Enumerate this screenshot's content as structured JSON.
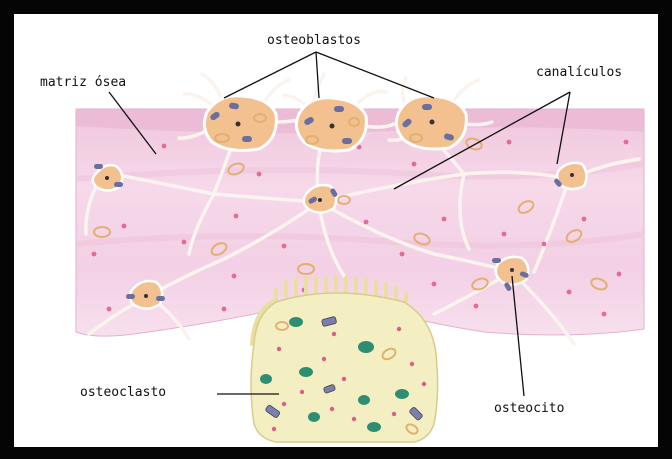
{
  "labels": {
    "osteoblastos": "osteoblastos",
    "matriz": "matriz ósea",
    "canaliculos": "canalículos",
    "osteoclasto": "osteoclasto",
    "osteocito": "osteocito"
  },
  "colors": {
    "matrix": "#f3d2e6",
    "matrix_dark": "#e8b8d4",
    "cell_body": "#f2c18f",
    "cell_border": "#ffffff",
    "nucleus": "#6a6fa0",
    "osteoclast": "#f3efc0",
    "osteoclast_nucleus": "#2e8e72",
    "dot": "#e05a8a",
    "ring": "#e3b070",
    "canal": "#fbf3ee"
  }
}
